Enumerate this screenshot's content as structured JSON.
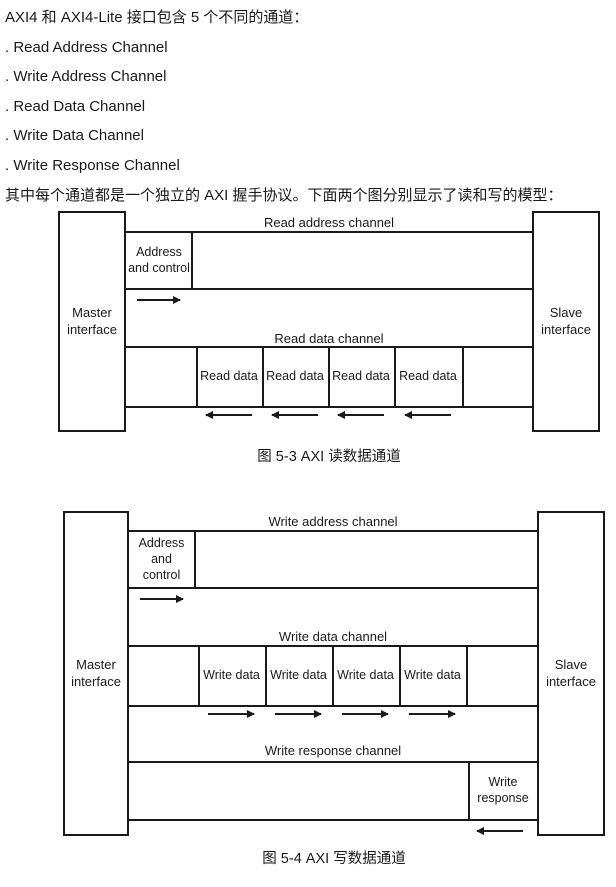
{
  "intro": {
    "heading": "AXI4 和 AXI4-Lite 接口包含 5 个不同的通道：",
    "channels": [
      ". Read Address Channel",
      ". Write Address Channel",
      ". Read Data Channel",
      ". Write Data Channel",
      ". Write Response Channel"
    ],
    "note": "其中每个通道都是一个独立的 AXI 握手协议。下面两个图分别显示了读和写的模型："
  },
  "figure_read": {
    "master_label": "Master interface",
    "slave_label": "Slave interface",
    "address_channel_label": "Read address channel",
    "address_box_label": "Address and control",
    "data_channel_label": "Read data channel",
    "data_boxes": [
      "Read data",
      "Read data",
      "Read data",
      "Read data"
    ],
    "caption": "图 5-3 AXI 读数据通道"
  },
  "figure_write": {
    "master_label": "Master interface",
    "slave_label": "Slave interface",
    "address_channel_label": "Write address channel",
    "address_box_label": "Address and control",
    "data_channel_label": "Write data channel",
    "data_boxes": [
      "Write data",
      "Write data",
      "Write data",
      "Write data"
    ],
    "response_channel_label": "Write response channel",
    "response_box_label": "Write response",
    "caption": "图 5-4 AXI 写数据通道"
  }
}
